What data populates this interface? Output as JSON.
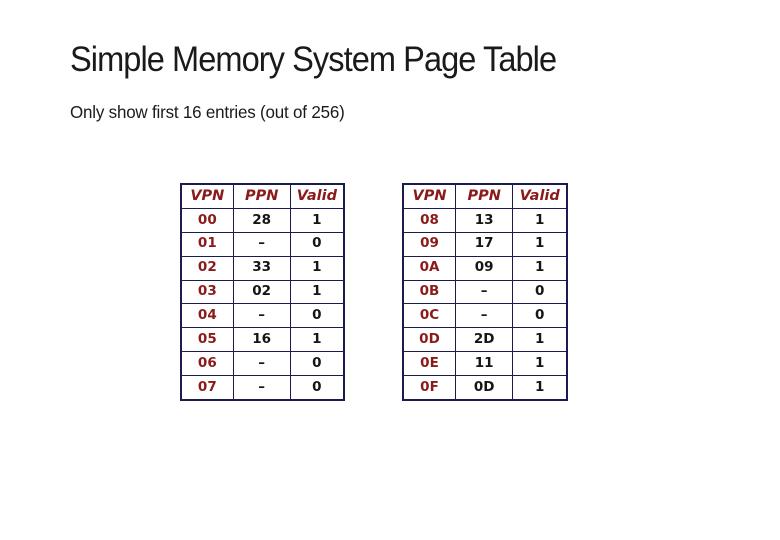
{
  "slide": {
    "title": "Simple Memory System Page Table",
    "subtitle": "Only show first 16 entries (out of 256)"
  },
  "colors": {
    "header_and_vpn_text": "#8B1A1A",
    "value_text": "#151515",
    "table_border": "#1B1B4E",
    "background": "#FFFFFF",
    "title_text": "#1A1A1A"
  },
  "page_tables": {
    "columns": [
      "VPN",
      "PPN",
      "Valid"
    ],
    "left": {
      "rows": [
        [
          "00",
          "28",
          "1"
        ],
        [
          "01",
          "–",
          "0"
        ],
        [
          "02",
          "33",
          "1"
        ],
        [
          "03",
          "02",
          "1"
        ],
        [
          "04",
          "–",
          "0"
        ],
        [
          "05",
          "16",
          "1"
        ],
        [
          "06",
          "–",
          "0"
        ],
        [
          "07",
          "–",
          "0"
        ]
      ]
    },
    "right": {
      "rows": [
        [
          "08",
          "13",
          "1"
        ],
        [
          "09",
          "17",
          "1"
        ],
        [
          "0A",
          "09",
          "1"
        ],
        [
          "0B",
          "–",
          "0"
        ],
        [
          "0C",
          "–",
          "0"
        ],
        [
          "0D",
          "2D",
          "1"
        ],
        [
          "0E",
          "11",
          "1"
        ],
        [
          "0F",
          "0D",
          "1"
        ]
      ]
    }
  }
}
